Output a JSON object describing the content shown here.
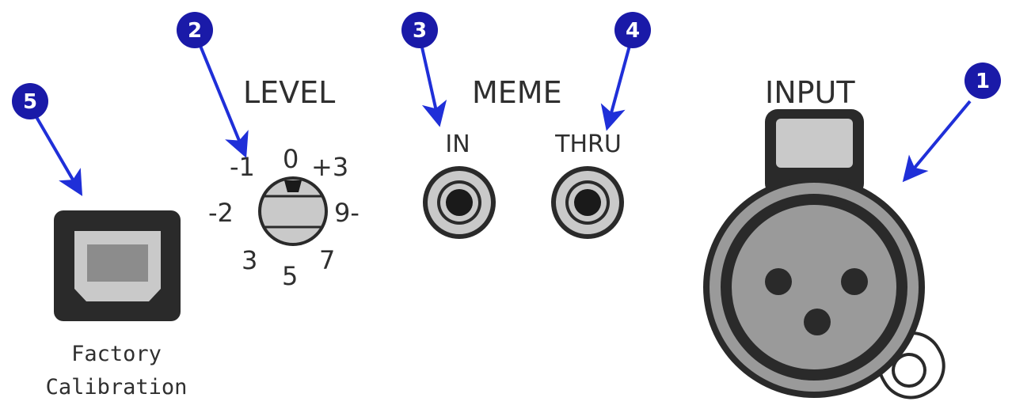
{
  "labels": {
    "level": "LEVEL",
    "meme": "MEME",
    "in": "IN",
    "thru": "THRU",
    "input": "INPUT",
    "factory_line1": "Factory",
    "factory_line2": "Calibration"
  },
  "dial_labels": {
    "m1": "-1",
    "zero": "0",
    "p3": "+3",
    "m2": "-2",
    "nine": "9-",
    "three": "3",
    "five": "5",
    "seven": "7"
  },
  "badges": {
    "one": "1",
    "two": "2",
    "three": "3",
    "four": "4",
    "five": "5"
  },
  "colors": {
    "badge": "#1a1aa8",
    "arrow": "#1f2fd8",
    "panel_dark": "#2a2a2a",
    "panel_gray": "#9a9a9a",
    "panel_light": "#c9c9c9"
  }
}
